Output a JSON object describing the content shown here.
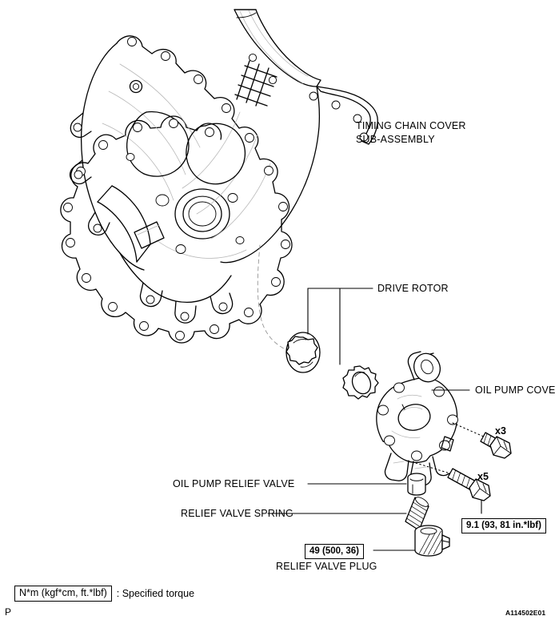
{
  "document": {
    "type": "service-manual-exploded-view",
    "image_code": "A114502E01",
    "corner_marker": "P"
  },
  "callouts": {
    "timing_chain_cover": {
      "line1": "TIMING CHAIN COVER",
      "line2": "SUB-ASSEMBLY"
    },
    "drive_rotor": "DRIVE ROTOR",
    "oil_pump_cover": "OIL PUMP COVER",
    "oil_pump_relief_valve": "OIL PUMP RELIEF VALVE",
    "relief_valve_spring": "RELIEF VALVE SPRING",
    "relief_valve_plug": "RELIEF VALVE PLUG"
  },
  "quantities": {
    "short_bolt": "x3",
    "long_bolt": "x5"
  },
  "torque_specs": {
    "bolts": "9.1 (93, 81 in.*lbf)",
    "plug": "49 (500, 36)"
  },
  "legend": {
    "unit_box": "N*m (kgf*cm, ft.*lbf)",
    "description": ": Specified torque"
  },
  "colors": {
    "line": "#000000",
    "background": "#ffffff",
    "hidden_line": "#555555"
  }
}
